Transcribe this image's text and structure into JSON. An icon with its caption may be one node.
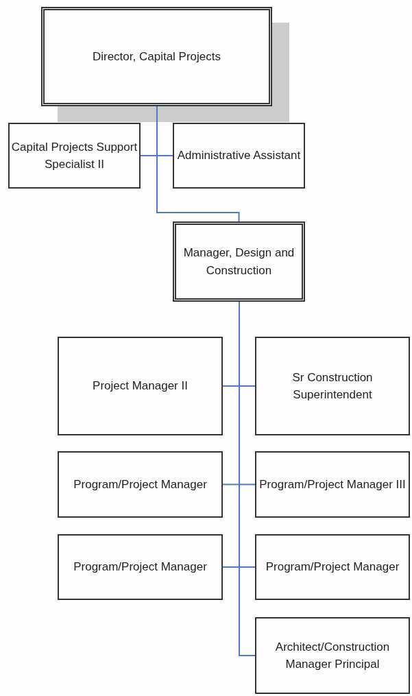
{
  "diagram": {
    "nodes": [
      {
        "text": [
          "Director, Capital Projects"
        ]
      },
      {
        "text": [
          "Capital Projects Support Specialist II"
        ]
      },
      {
        "text": [
          "Administrative Assistant"
        ]
      },
      {
        "text": [
          "Manager, Design and Construction"
        ]
      },
      {
        "text": [
          "Project Manager II"
        ]
      },
      {
        "text": [
          "Sr Construction Superintendent"
        ]
      },
      {
        "text": [
          "Program/Project Manager"
        ]
      },
      {
        "text": [
          "Program/Project Manager III"
        ]
      },
      {
        "text": [
          "Program/Project Manager"
        ]
      },
      {
        "text": [
          "Program/Project Manager"
        ]
      },
      {
        "text": [
          "Architect/Construction Manager Principal"
        ]
      }
    ],
    "edges": [
      {
        "from": 0,
        "to": 1,
        "arrow": "none"
      },
      {
        "from": 0,
        "to": 2,
        "arrow": "none"
      },
      {
        "from": 0,
        "to": 3,
        "arrow": "none"
      },
      {
        "from": 3,
        "to": 4,
        "arrow": "none"
      },
      {
        "from": 3,
        "to": 5,
        "arrow": "none"
      },
      {
        "from": 3,
        "to": 6,
        "arrow": "none"
      },
      {
        "from": 3,
        "to": 7,
        "arrow": "none"
      },
      {
        "from": 3,
        "to": 8,
        "arrow": "none"
      },
      {
        "from": 3,
        "to": 9,
        "arrow": "none"
      },
      {
        "from": 3,
        "to": 10,
        "arrow": "none"
      }
    ]
  }
}
